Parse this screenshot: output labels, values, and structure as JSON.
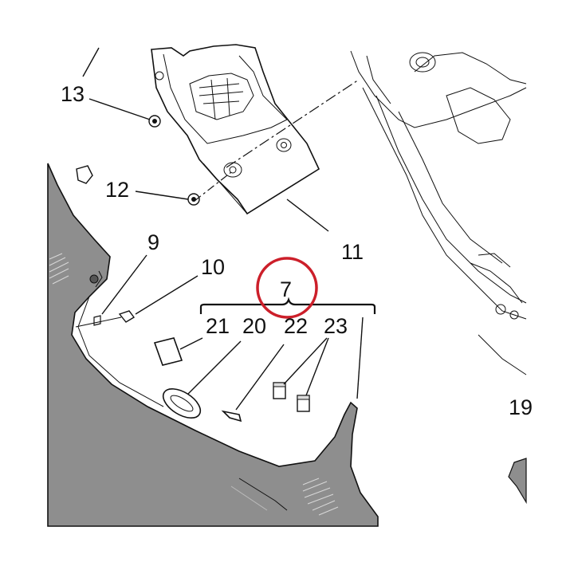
{
  "diagram": {
    "callouts": {
      "c13": "13",
      "c12": "12",
      "c11": "11",
      "c9": "9",
      "c10": "10",
      "c7": "7",
      "c21": "21",
      "c20": "20",
      "c22": "22",
      "c23": "23",
      "c19": "19"
    },
    "highlight_color": "#cc1f2a",
    "fairing_fill": "#8e8e8e"
  }
}
